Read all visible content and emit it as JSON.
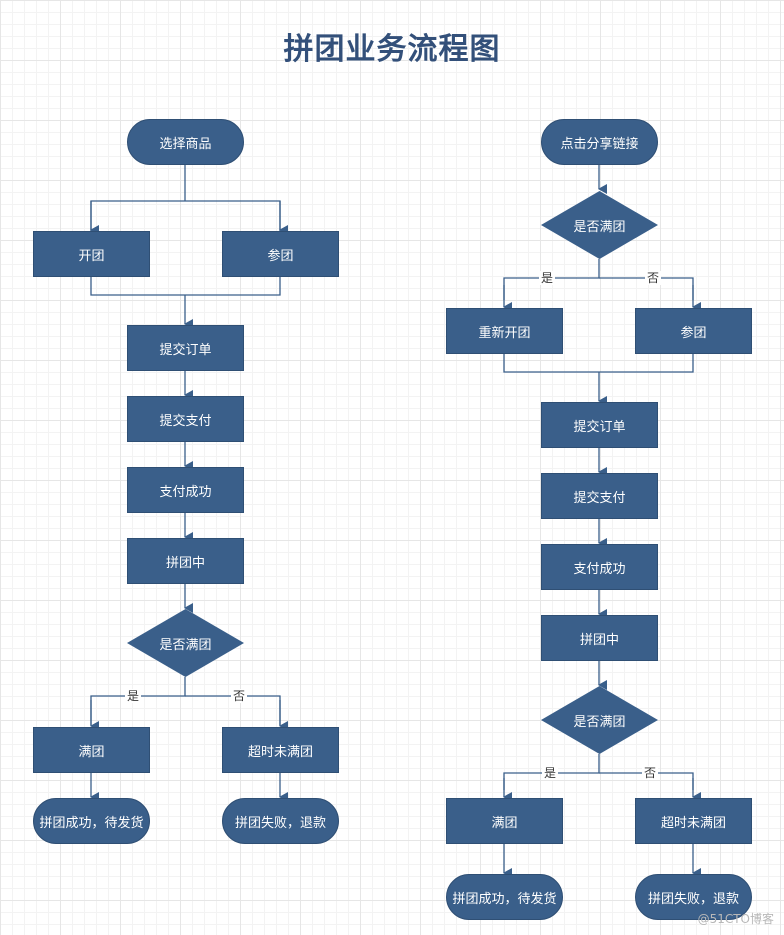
{
  "title": "拼团业务流程图",
  "left": {
    "select": "选择商品",
    "open": "开团",
    "join": "参团",
    "order": "提交订单",
    "pay": "提交支付",
    "paid": "支付成功",
    "grouping": "拼团中",
    "full_q": "是否满团",
    "yes": "是",
    "no": "否",
    "full": "满团",
    "timeout": "超时未满团",
    "success": "拼团成功，待发货",
    "fail": "拼团失败，退款"
  },
  "right": {
    "share": "点击分享链接",
    "full_q1": "是否满团",
    "yes1": "是",
    "no1": "否",
    "reopen": "重新开团",
    "join": "参团",
    "order": "提交订单",
    "pay": "提交支付",
    "paid": "支付成功",
    "grouping": "拼团中",
    "full_q2": "是否满团",
    "yes2": "是",
    "no2": "否",
    "full": "满团",
    "timeout": "超时未满团",
    "success": "拼团成功，待发货",
    "fail": "拼团失败，退款"
  },
  "watermark": "@51CTO博客",
  "colors": {
    "node": "#3a5f8a",
    "edge": "#3a5f8a",
    "title": "#33507a"
  }
}
